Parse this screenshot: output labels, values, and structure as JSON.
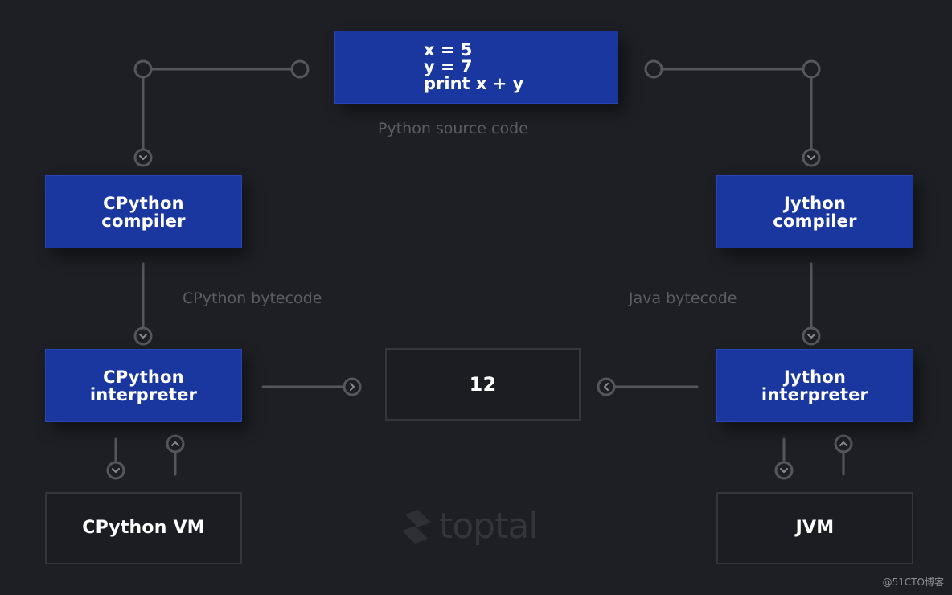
{
  "colors": {
    "background": "#1e1f24",
    "node_blue": "#1a37a0",
    "wire": "#55575d",
    "caption": "#5b5d63"
  },
  "nodes": {
    "source_code": [
      "x = 5",
      "y = 7",
      "print x + y"
    ],
    "cpython_compiler": "CPython compiler",
    "jython_compiler": "Jython compiler",
    "cpython_interpreter": "CPython interpreter",
    "jython_interpreter": "Jython interpreter",
    "result": "12",
    "cpython_vm": "CPython VM",
    "jvm": "JVM"
  },
  "captions": {
    "source": "Python source code",
    "cpython_bytecode": "CPython bytecode",
    "java_bytecode": "Java bytecode"
  },
  "brand": {
    "name": "toptal",
    "icon": "toptal-logo-icon"
  },
  "watermark": "@51CTO博客"
}
